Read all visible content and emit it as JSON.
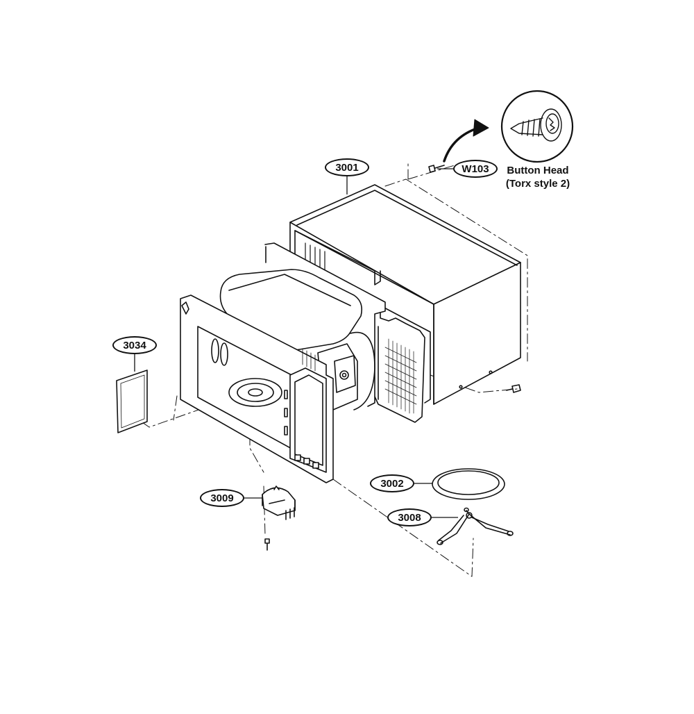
{
  "callouts": {
    "c3001": "3001",
    "cW103": "W103",
    "c3034": "3034",
    "c3009": "3009",
    "c3002": "3002",
    "c3008": "3008"
  },
  "detail": {
    "line1": "Button Head",
    "line2": "(Torx style 2)"
  },
  "style": {
    "stroke": "#111111",
    "background": "#ffffff"
  }
}
